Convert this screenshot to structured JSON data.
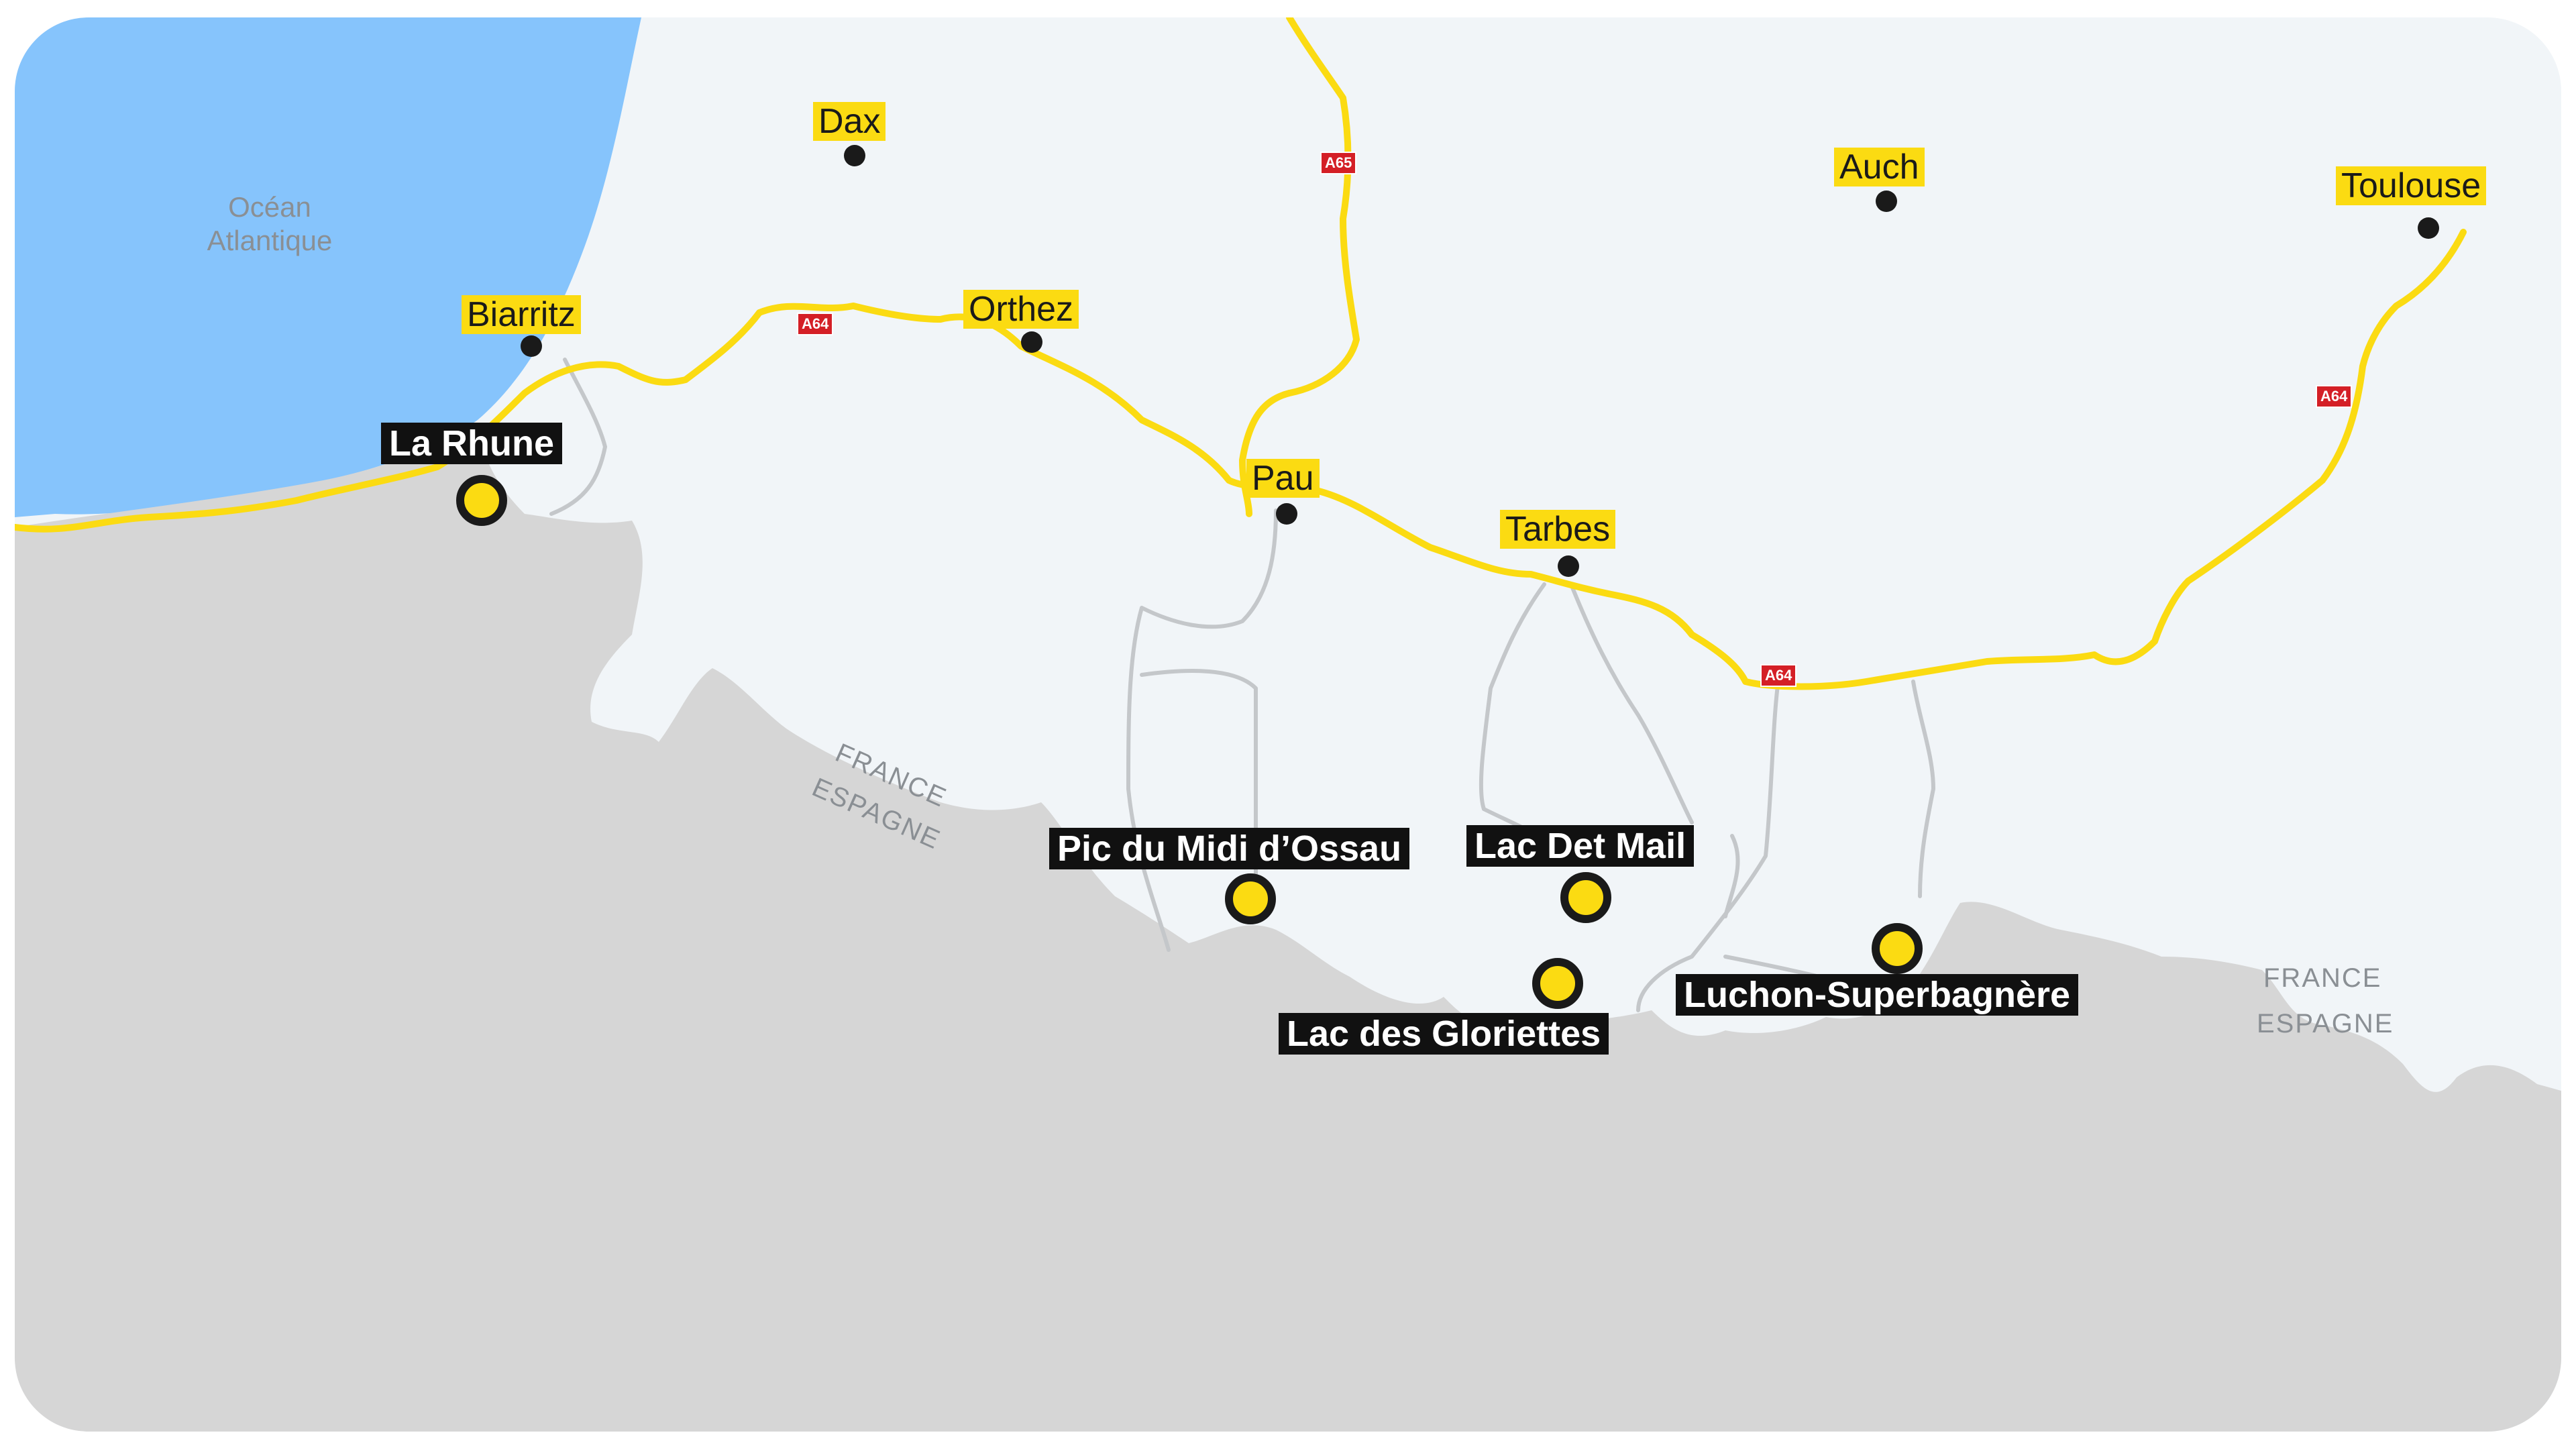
{
  "map": {
    "ocean_label": "Océan Atlantique",
    "border_labels": [
      {
        "id": "west",
        "country_north": "FRANCE",
        "country_south": "ESPAGNE"
      },
      {
        "id": "east",
        "country_north": "FRANCE",
        "country_south": "ESPAGNE"
      }
    ],
    "cities": [
      {
        "id": "dax",
        "name": "Dax"
      },
      {
        "id": "biarritz",
        "name": "Biarritz"
      },
      {
        "id": "orthez",
        "name": "Orthez"
      },
      {
        "id": "pau",
        "name": "Pau"
      },
      {
        "id": "tarbes",
        "name": "Tarbes"
      },
      {
        "id": "auch",
        "name": "Auch"
      },
      {
        "id": "toulouse",
        "name": "Toulouse"
      }
    ],
    "spots": [
      {
        "id": "la-rhune",
        "name": "La Rhune"
      },
      {
        "id": "pic-du-midi-ossau",
        "name": "Pic du Midi d’Ossau"
      },
      {
        "id": "lac-det-mail",
        "name": "Lac Det Mail"
      },
      {
        "id": "lac-des-gloriettes",
        "name": "Lac des Gloriettes"
      },
      {
        "id": "luchon-superbagnere",
        "name": "Luchon-Superbagnère"
      }
    ],
    "road_badges": [
      {
        "id": "a65",
        "label": "A65"
      },
      {
        "id": "a64-west",
        "label": "A64"
      },
      {
        "id": "a64-center",
        "label": "A64"
      },
      {
        "id": "a64-east",
        "label": "A64"
      }
    ],
    "colors": {
      "ocean": "#86c4fc",
      "land_france": "#f1f5f8",
      "land_spain": "#d6d6d6",
      "highway": "#fbdb12",
      "minor_road": "#c4c7ca",
      "city_label_bg": "#fbdb12",
      "spot_label_bg": "#111111",
      "road_badge": "#d41f26"
    }
  }
}
